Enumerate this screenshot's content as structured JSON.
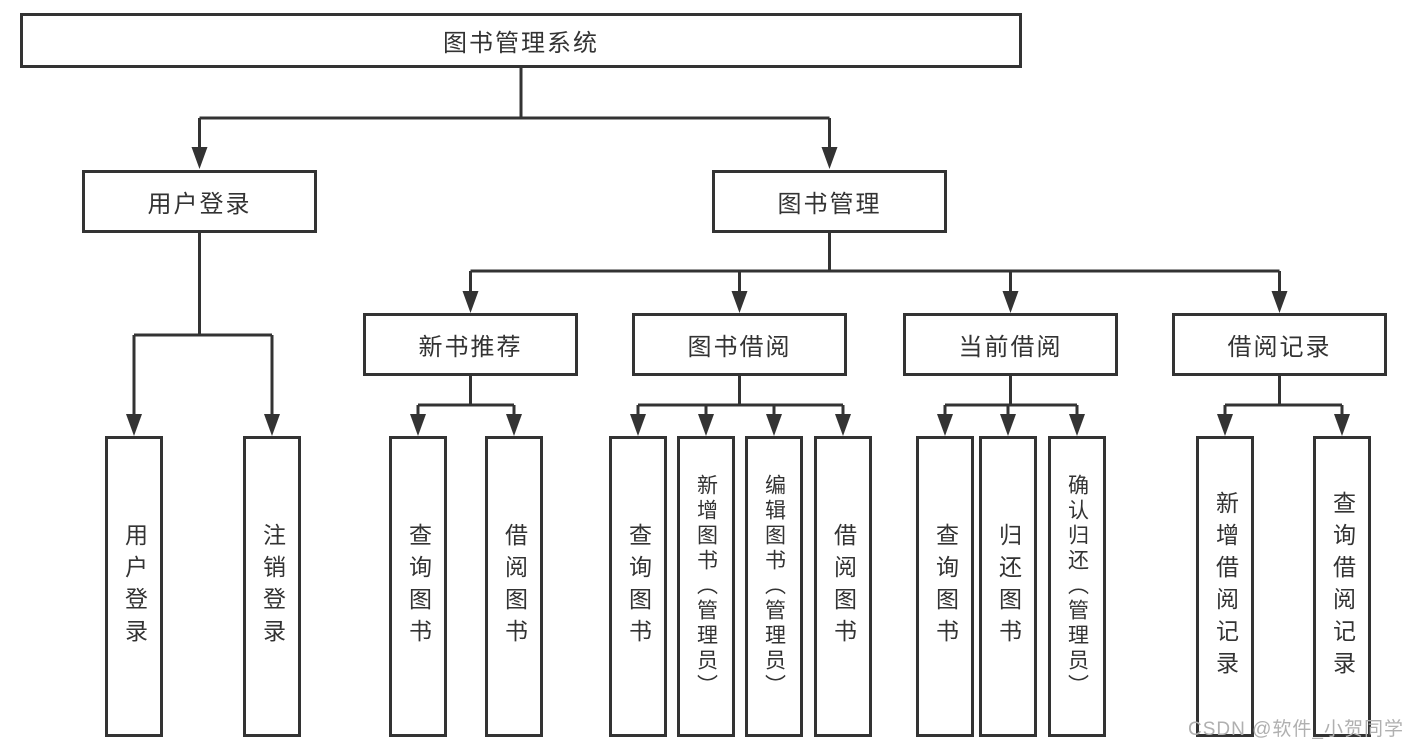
{
  "diagram": {
    "type": "hierarchy-tree",
    "root": "图书管理系统",
    "branches": [
      {
        "label": "用户登录",
        "children": [
          {
            "label": "用户登录"
          },
          {
            "label": "注销登录"
          }
        ]
      },
      {
        "label": "图书管理",
        "children": [
          {
            "label": "新书推荐",
            "children": [
              {
                "label": "查询图书"
              },
              {
                "label": "借阅图书"
              }
            ]
          },
          {
            "label": "图书借阅",
            "children": [
              {
                "label": "查询图书"
              },
              {
                "label": "新增图书（管理员）"
              },
              {
                "label": "编辑图书（管理员）"
              },
              {
                "label": "借阅图书"
              }
            ]
          },
          {
            "label": "当前借阅",
            "children": [
              {
                "label": "查询图书"
              },
              {
                "label": "归还图书"
              },
              {
                "label": "确认归还（管理员）"
              }
            ]
          },
          {
            "label": "借阅记录",
            "children": [
              {
                "label": "新增借阅记录"
              },
              {
                "label": "查询借阅记录"
              }
            ]
          }
        ]
      }
    ]
  },
  "watermark": "CSDN @软件_小贺同学",
  "colors": {
    "line": "#333333",
    "border": "#333333",
    "text": "#333333",
    "watermark": "#b0b0b0",
    "background": "#ffffff"
  }
}
